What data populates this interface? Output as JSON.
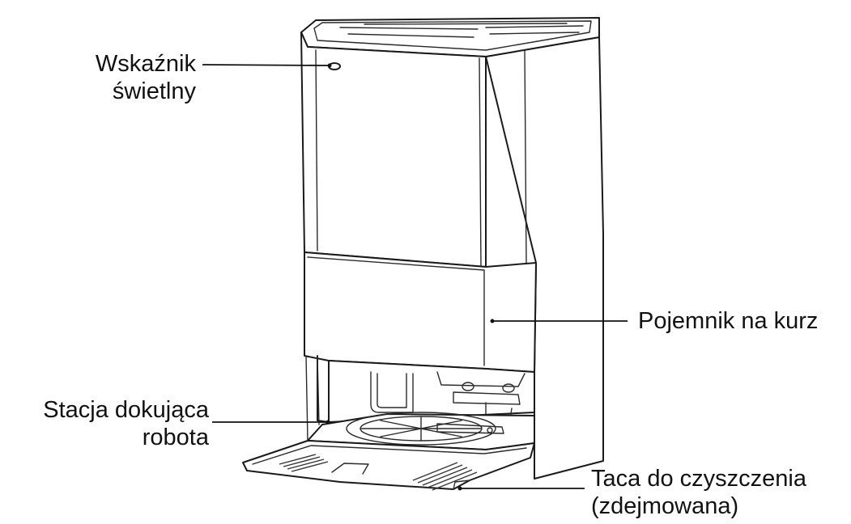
{
  "labels": {
    "indicator": {
      "line1": "Wskaźnik",
      "line2": "świetlny"
    },
    "dust_bin": {
      "line1": "Pojemnik na kurz"
    },
    "dock": {
      "line1": "Stacja dokująca",
      "line2": "robota"
    },
    "tray": {
      "line1": "Taca do czyszczenia",
      "line2": "(zdejmowana)"
    }
  },
  "colors": {
    "line": "#1a1a1a",
    "background": "#ffffff",
    "text": "#111111"
  }
}
